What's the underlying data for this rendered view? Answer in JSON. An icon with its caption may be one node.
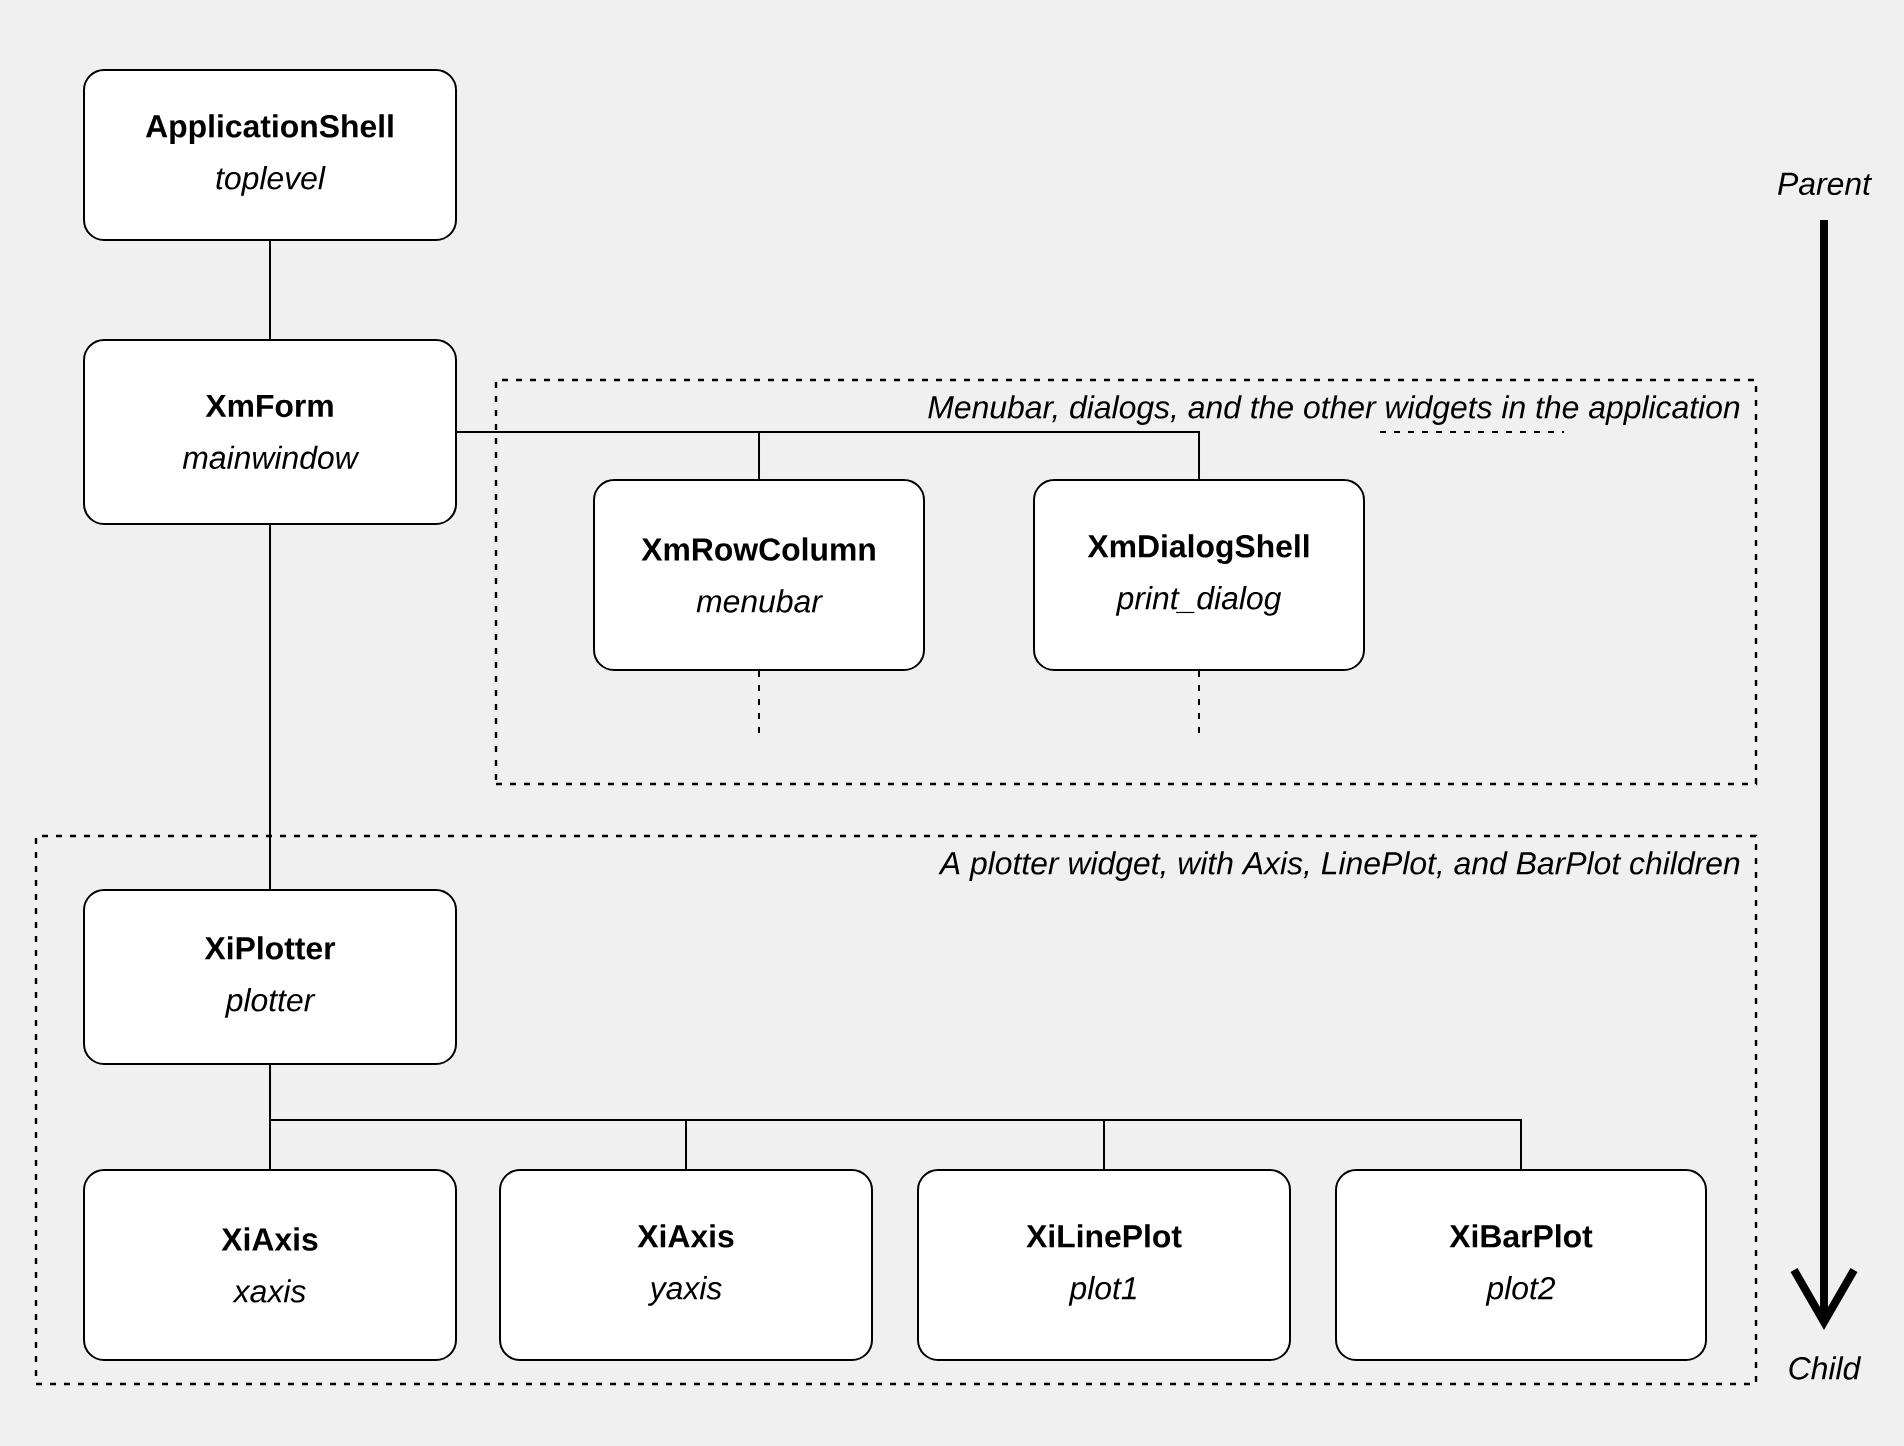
{
  "diagram": {
    "nodes": [
      {
        "text": [
          "ApplicationShell",
          "toplevel"
        ]
      },
      {
        "text": [
          "XmForm",
          "mainwindow"
        ]
      },
      {
        "text": [
          "Menubar, dialogs, and the other widgets in the application"
        ]
      },
      {
        "text": [
          "XmRowColumn",
          "menubar"
        ],
        "in": 2
      },
      {
        "text": [
          "XmDialogShell",
          "print_dialog"
        ],
        "in": 2
      },
      {
        "text": [
          "A plotter widget, with Axis, LinePlot, and BarPlot children"
        ]
      },
      {
        "text": [
          "XiPlotter",
          "plotter"
        ],
        "in": 5
      },
      {
        "text": [
          "XiAxis",
          "xaxis"
        ],
        "in": 5
      },
      {
        "text": [
          "XiAxis",
          "yaxis"
        ],
        "in": 5
      },
      {
        "text": [
          "XiLinePlot",
          "plot1"
        ],
        "in": 5
      },
      {
        "text": [
          "XiBarPlot",
          "plot2"
        ],
        "in": 5
      }
    ],
    "edges": [
      {
        "from": 0,
        "to": 1,
        "arrow": "none"
      },
      {
        "from": 1,
        "to": 3,
        "arrow": "none"
      },
      {
        "from": 1,
        "to": 4,
        "arrow": "none"
      },
      {
        "from": 1,
        "to": 6,
        "arrow": "none"
      },
      {
        "from": 6,
        "to": 7,
        "arrow": "none"
      },
      {
        "from": 6,
        "to": 8,
        "arrow": "none"
      },
      {
        "from": 6,
        "to": 9,
        "arrow": "none"
      },
      {
        "from": 6,
        "to": 10,
        "arrow": "none"
      }
    ],
    "labels": [
      "Parent",
      "Child"
    ]
  }
}
